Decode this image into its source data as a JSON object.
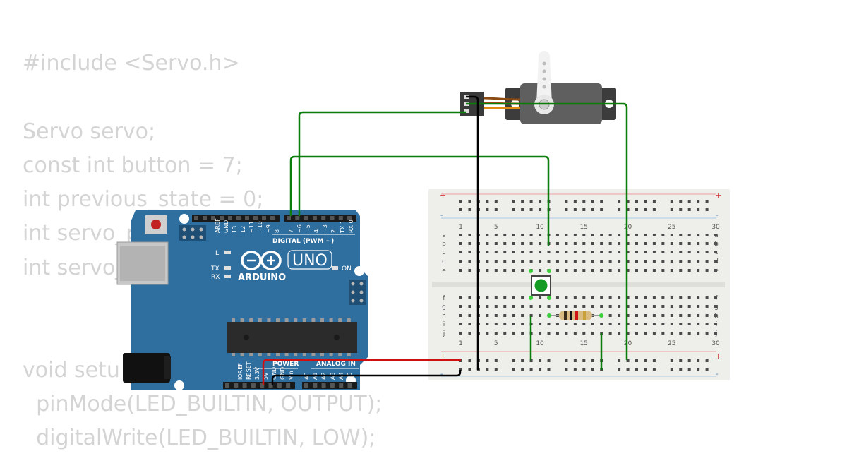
{
  "code": {
    "lines": [
      "#include <Servo.h>",
      "",
      "Servo servo;",
      "const int button = 7;",
      "int previous_state = 0;",
      "int servo_p",
      "int servo_",
      "",
      "",
      "void setu",
      "  pinMode(LED_BUILTIN, OUTPUT);",
      "  digitalWrite(LED_BUILTIN, LOW);"
    ]
  },
  "arduino": {
    "logo_text": "ARDUINO",
    "model": "UNO",
    "on_label": "ON",
    "l_label": "L",
    "tx_label": "TX",
    "rx_label": "RX",
    "digital_label": "DIGITAL (PWM ~)",
    "power_label": "POWER",
    "analog_label": "ANALOG IN",
    "digital_pins": [
      "AREF",
      "GND",
      "13",
      "12",
      "~11",
      "~10",
      "~9",
      "8",
      "7",
      "~6",
      "~5",
      "4",
      "~3",
      "2",
      "TX 1",
      "RX 0"
    ],
    "power_pins": [
      "IOREF",
      "RESET",
      "3.3V",
      "5V",
      "GND",
      "GND",
      "Vin"
    ],
    "analog_pins": [
      "A0",
      "A1",
      "A2",
      "A3",
      "A4",
      "A5"
    ],
    "color": "#2f6f9f"
  },
  "breadboard": {
    "column_numbers": [
      "1",
      "5",
      "10",
      "15",
      "20",
      "25",
      "30"
    ],
    "row_letters_top": [
      "a",
      "b",
      "c",
      "d",
      "e"
    ],
    "row_letters_bottom": [
      "f",
      "g",
      "h",
      "i",
      "j"
    ],
    "rail_plus": "+",
    "rail_minus": "-"
  },
  "wire_colors": {
    "signal": "#0b7d0b",
    "power": "#d01010",
    "ground": "#000000"
  }
}
